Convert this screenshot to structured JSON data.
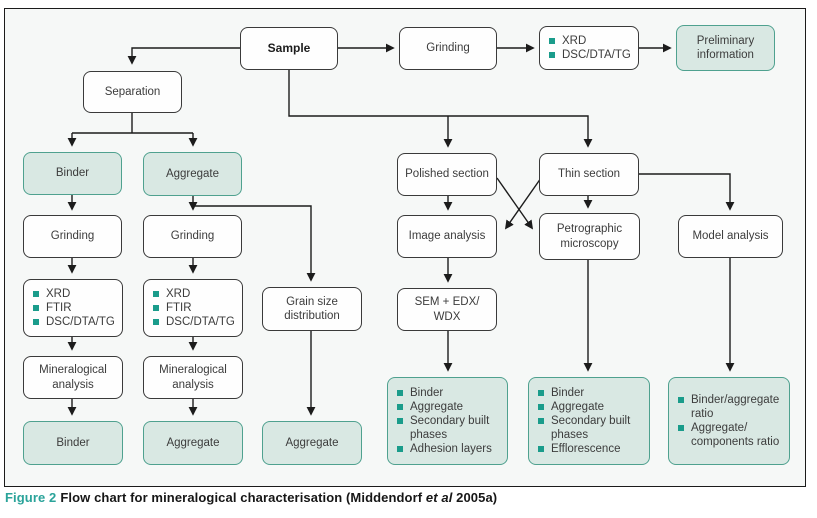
{
  "colors": {
    "teal_fill": "#d9e8e3",
    "teal_border": "#4fa18f",
    "bullet_square": "#1a9c8b",
    "figure_label": "#2aa39a",
    "line": "#1c1c1c",
    "frame_background": "#f6f8f7"
  },
  "nodes": {
    "sample": {
      "label": "Sample"
    },
    "grinding_top": {
      "label": "Grinding"
    },
    "prep_analysis": {
      "items": [
        "XRD",
        "DSC/DTA/TG"
      ]
    },
    "preliminary": {
      "label": "Preliminary information"
    },
    "separation": {
      "label": "Separation"
    },
    "binder_top": {
      "label": "Binder"
    },
    "aggregate_top": {
      "label": "Aggregate"
    },
    "grinding_binder": {
      "label": "Grinding"
    },
    "grinding_aggregate": {
      "label": "Grinding"
    },
    "analysis_binder": {
      "items": [
        "XRD",
        "FTIR",
        "DSC/DTA/TG"
      ]
    },
    "analysis_aggregate": {
      "items": [
        "XRD",
        "FTIR",
        "DSC/DTA/TG"
      ]
    },
    "mineralogical_binder": {
      "label": "Mineralogical analysis"
    },
    "mineralogical_aggregate": {
      "label": "Mineralogical analysis"
    },
    "binder_result": {
      "label": "Binder"
    },
    "aggregate_result": {
      "label": "Aggregate"
    },
    "grain_size": {
      "label": "Grain size distribution"
    },
    "aggregate_grain_result": {
      "label": "Aggregate"
    },
    "polished_section": {
      "label": "Polished section"
    },
    "thin_section": {
      "label": "Thin section"
    },
    "image_analysis": {
      "label": "Image analysis"
    },
    "petrographic": {
      "label": "Petrographic microscopy"
    },
    "model_analysis": {
      "label": "Model analysis"
    },
    "sem": {
      "label": "SEM + EDX/\nWDX"
    },
    "results_image": {
      "items": [
        "Binder",
        "Aggregate",
        "Secondary built phases",
        "Adhesion layers"
      ]
    },
    "results_petrographic": {
      "items": [
        "Binder",
        "Aggregate",
        "Secondary built phases",
        "Efflorescence"
      ]
    },
    "results_model": {
      "items": [
        "Binder/aggregate\nratio",
        "Aggregate/\ncomponents ratio"
      ]
    }
  },
  "caption": {
    "label": "Figure 2",
    "text": "Flow chart for mineralogical characterisation (Middendorf",
    "italic": " et al",
    "suffix": " 2005a)"
  }
}
